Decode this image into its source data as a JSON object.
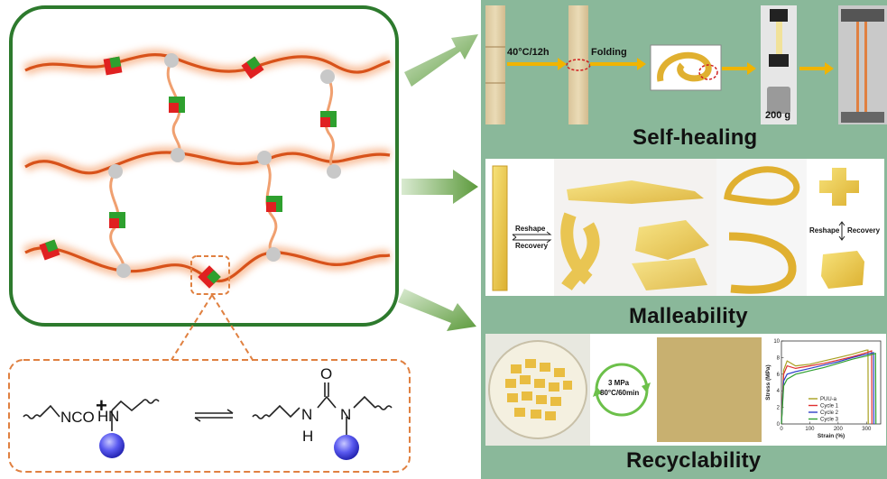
{
  "reaction": {
    "isocyanate": "NCO",
    "plus": "+",
    "amine_h": "H",
    "amine_n": "N",
    "product_o": "O",
    "product_n1": "N",
    "product_h": "H",
    "product_n2": "N"
  },
  "self_healing": {
    "title": "Self-healing",
    "condition": "40°C/12h",
    "step": "Folding",
    "weight": "200 g"
  },
  "malleability": {
    "title": "Malleability",
    "reshape": "Reshape",
    "recovery": "Recovery"
  },
  "recyclability": {
    "title": "Recyclability",
    "pressure": "3 MPa",
    "condition": "80°C/60min"
  },
  "chart_data": {
    "type": "line",
    "xlabel": "Strain (%)",
    "ylabel": "Stress (MPa)",
    "xlim": [
      0,
      350
    ],
    "ylim": [
      0,
      10
    ],
    "xticks": [
      0,
      100,
      200,
      300
    ],
    "yticks": [
      0,
      2,
      4,
      6,
      8,
      10
    ],
    "series": [
      {
        "name": "PUU-a",
        "color": "#a8a020",
        "x": [
          0,
          8,
          20,
          50,
          100,
          150,
          200,
          250,
          300,
          305,
          306
        ],
        "y": [
          0,
          6.5,
          7.6,
          7.0,
          7.2,
          7.6,
          8.0,
          8.4,
          8.9,
          8.9,
          0
        ]
      },
      {
        "name": "Cycle 1",
        "color": "#e03030",
        "x": [
          0,
          8,
          20,
          50,
          100,
          150,
          200,
          250,
          300,
          318,
          319
        ],
        "y": [
          0,
          6.0,
          7.0,
          6.7,
          7.0,
          7.3,
          7.7,
          8.1,
          8.6,
          8.8,
          0
        ]
      },
      {
        "name": "Cycle 2",
        "color": "#3040c8",
        "x": [
          0,
          8,
          20,
          50,
          100,
          150,
          200,
          250,
          300,
          325,
          326
        ],
        "y": [
          0,
          5.2,
          6.0,
          6.3,
          6.7,
          7.1,
          7.5,
          8.0,
          8.4,
          8.6,
          0
        ]
      },
      {
        "name": "Cycle 3",
        "color": "#30a030",
        "x": [
          0,
          8,
          20,
          50,
          100,
          150,
          200,
          250,
          300,
          332,
          333
        ],
        "y": [
          0,
          4.6,
          5.4,
          6.0,
          6.4,
          6.8,
          7.3,
          7.8,
          8.2,
          8.5,
          0
        ]
      }
    ]
  }
}
